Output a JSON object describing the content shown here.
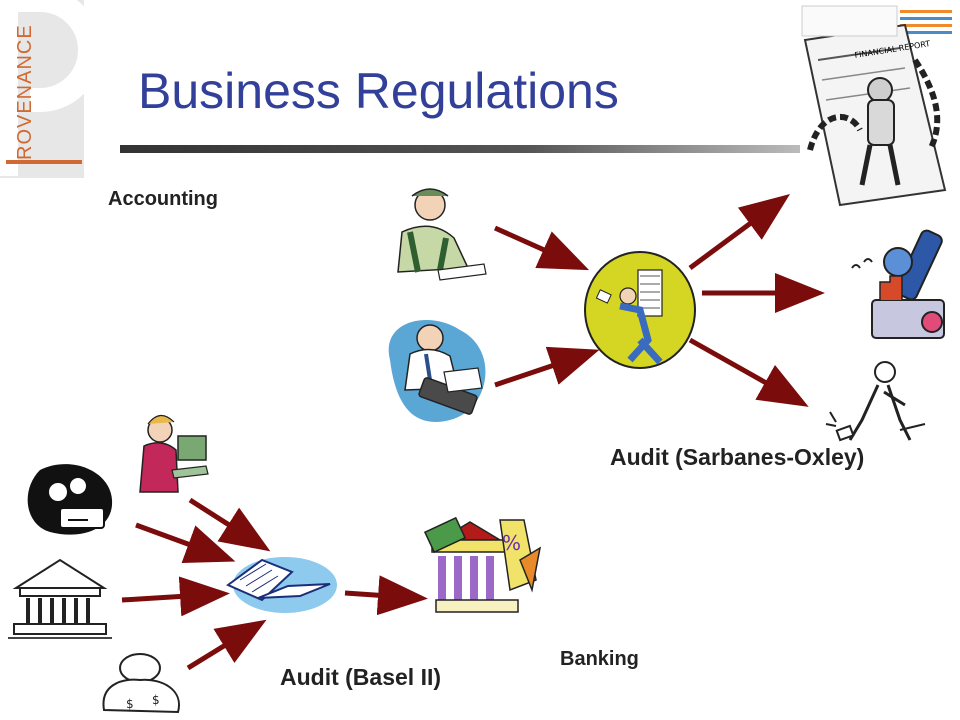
{
  "title": "Business Regulations",
  "logo": {
    "text": "ROVENANCE",
    "letter": "P"
  },
  "labels": {
    "accounting": "Accounting",
    "audit_sox": "Audit (Sarbanes-Oxley)",
    "audit_basel": "Audit (Basel II)",
    "banking": "Banking"
  },
  "clipart": {
    "financial_report": "FINANCIAL REPORT",
    "percent": "%"
  },
  "colors": {
    "title": "#33409a",
    "arrow": "#7a0c0c",
    "logo_accent": "#d06a32",
    "hub_yellow": "#d4d623",
    "hub_blue": "#8ec9ee"
  }
}
